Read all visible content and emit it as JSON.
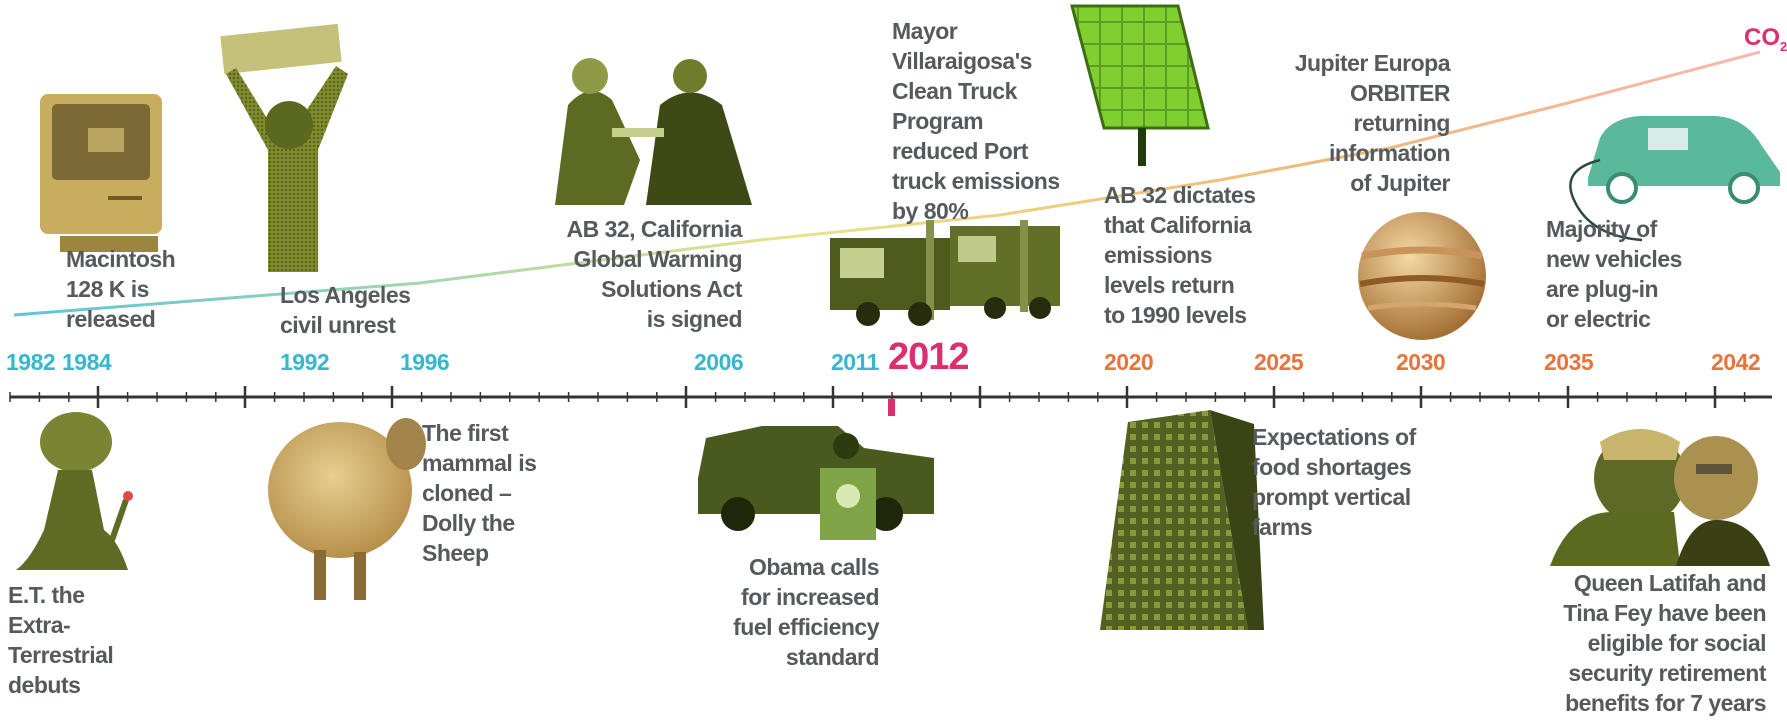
{
  "co2": {
    "base": "CO",
    "sub": "2"
  },
  "current_year": "2012",
  "years": {
    "y1982": "1982",
    "y1984": "1984",
    "y1992": "1992",
    "y1996": "1996",
    "y2006": "2006",
    "y2011": "2011",
    "y2020": "2020",
    "y2025": "2025",
    "y2030": "2030",
    "y2035": "2035",
    "y2042": "2042"
  },
  "events_above": {
    "macintosh": "Macintosh\n128 K is\nreleased",
    "la_unrest": "Los Angeles\ncivil unrest",
    "ab32": "AB 32, California\nGlobal Warming\nSolutions Act\nis signed",
    "clean_truck": "Mayor\nVillaraigosa's\nClean Truck\nProgram\nreduced Port\ntruck emissions\nby 80%",
    "ab32_dictates": "AB 32 dictates\nthat California\nemissions\nlevels return\nto 1990 levels",
    "jupiter": "Jupiter Europa\nORBITER\nreturning\ninformation\nof Jupiter",
    "vehicles": "Majority of\nnew vehicles\nare plug-in\nor electric"
  },
  "events_below": {
    "et": "E.T. the\nExtra-\nTerrestrial\ndebuts",
    "dolly": "The first\nmammal is\ncloned –\nDolly the\nSheep",
    "obama": "Obama calls\nfor increased\nfuel efficiency\nstandard",
    "vertical_farms": "Expectations of\nfood shortages\nprompt vertical\nfarms",
    "latifah_fey": "Queen Latifah and\nTina Fey have been\neligible for social\nsecurity retirement\nbenefits for 7 years"
  },
  "colors": {
    "past_year": "#35b7cf",
    "future_year": "#e8743a",
    "highlight": "#dd2e70",
    "text": "#555a5d",
    "axis": "#333333"
  }
}
